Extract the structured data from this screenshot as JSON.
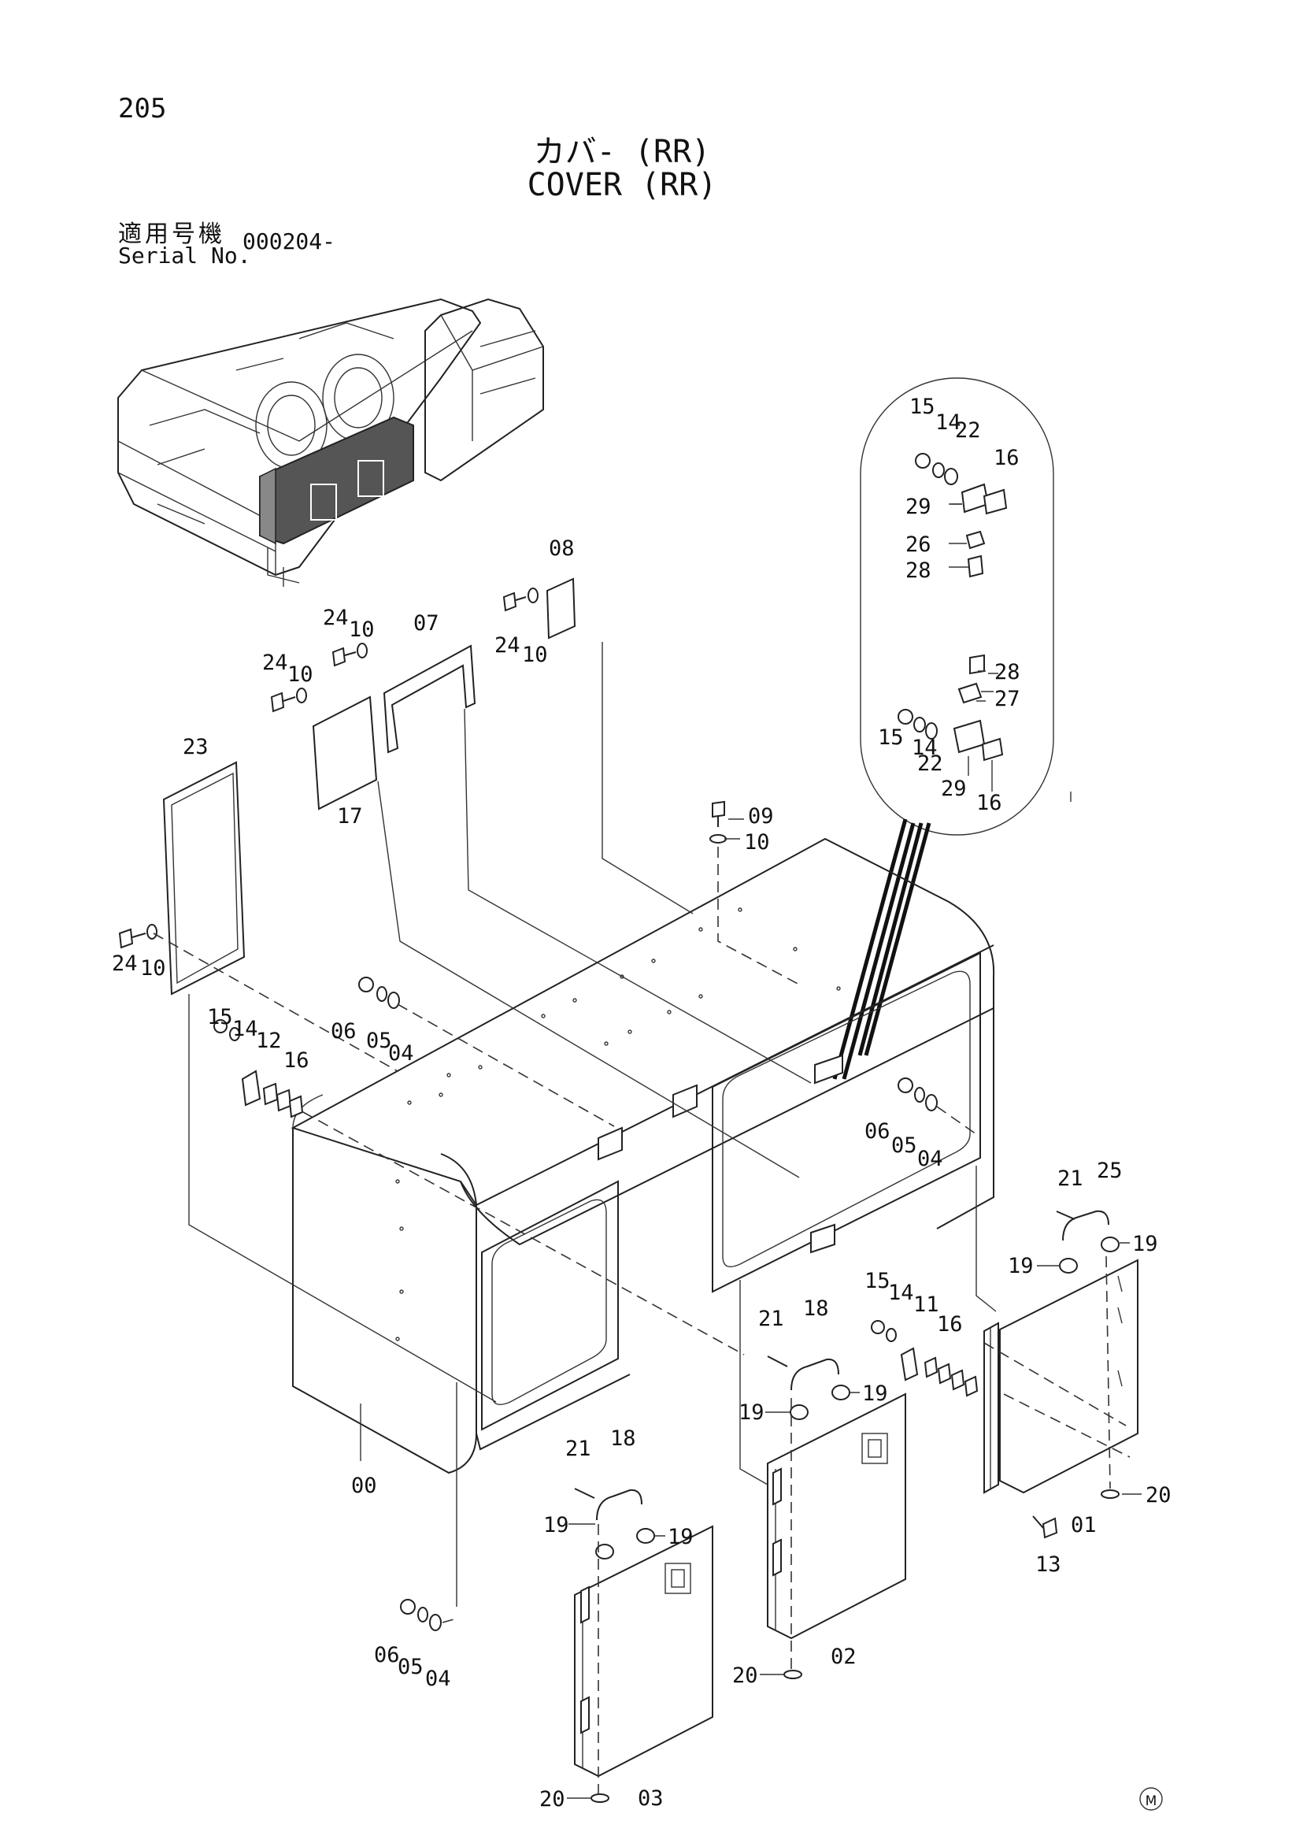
{
  "header": {
    "page_number": "205",
    "title_jp": "カバ- (RR)",
    "title_en": "COVER (RR)",
    "serial_label_jp": "適用号機",
    "serial_label_en": "Serial No.",
    "serial_value": "000204-"
  },
  "callouts": {
    "c00": "00",
    "c01": "01",
    "c02": "02",
    "c03": "03",
    "c04a": "04",
    "c04b": "04",
    "c04c": "04",
    "c05a": "05",
    "c05b": "05",
    "c05c": "05",
    "c06a": "06",
    "c06b": "06",
    "c06c": "06",
    "c07": "07",
    "c08": "08",
    "c09": "09",
    "c10a": "10",
    "c10b": "10",
    "c10c": "10",
    "c10d": "10",
    "c10e": "10",
    "c11": "11",
    "c12": "12",
    "c13": "13",
    "c14a": "14",
    "c14b": "14",
    "c14c": "14",
    "c14d": "14",
    "c15a": "15",
    "c15b": "15",
    "c15c": "15",
    "c15d": "15",
    "c16a": "16",
    "c16b": "16",
    "c16c": "16",
    "c16d": "16",
    "c17": "17",
    "c18a": "18",
    "c18b": "18",
    "c19a": "19",
    "c19b": "19",
    "c19c": "19",
    "c19d": "19",
    "c19e": "19",
    "c19f": "19",
    "c20a": "20",
    "c20b": "20",
    "c20c": "20",
    "c21a": "21",
    "c21b": "21",
    "c21c": "21",
    "c22a": "22",
    "c22b": "22",
    "c23": "23",
    "c24a": "24",
    "c24b": "24",
    "c24c": "24",
    "c24d": "24",
    "c25": "25",
    "c26": "26",
    "c27": "27",
    "c28a": "28",
    "c28b": "28",
    "c29a": "29",
    "c29b": "29"
  },
  "manufacturer_mark": "M"
}
